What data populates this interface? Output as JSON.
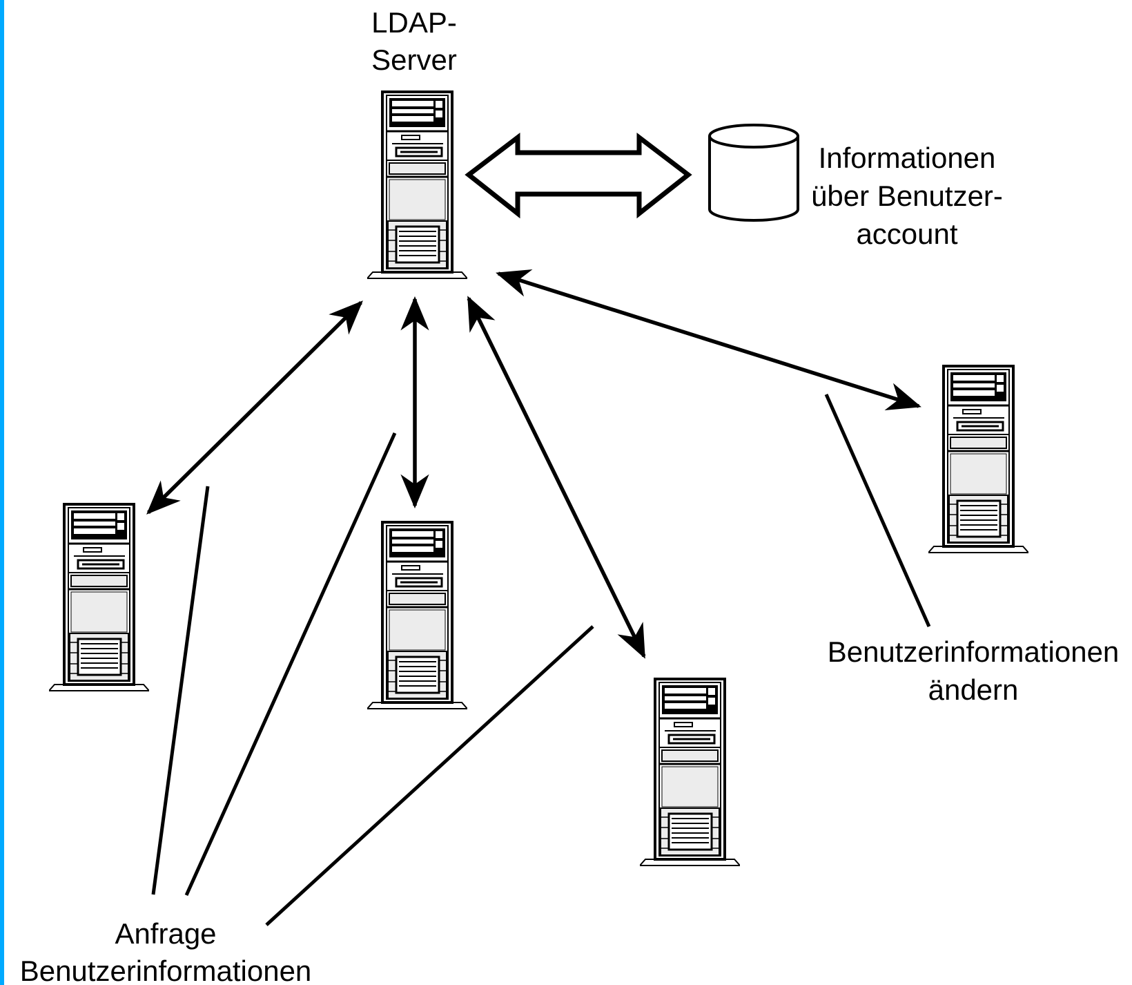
{
  "ldap_label": {
    "line1": "LDAP-",
    "line2": "Server"
  },
  "db_label": {
    "line1": "Informationen",
    "line2": "über Benutzer-",
    "line3": "account"
  },
  "change_label": {
    "line1": "Benutzerinformationen",
    "line2": "ändern"
  },
  "query_label": {
    "line1": "Anfrage",
    "line2": "Benutzerinformationen"
  },
  "colors": {
    "frame_border": "#00aaff",
    "ink": "#000000",
    "server_panel": "#ececec",
    "background": "#ffffff"
  },
  "icons": [
    "server-icon",
    "database-icon",
    "double-arrow-icon"
  ]
}
